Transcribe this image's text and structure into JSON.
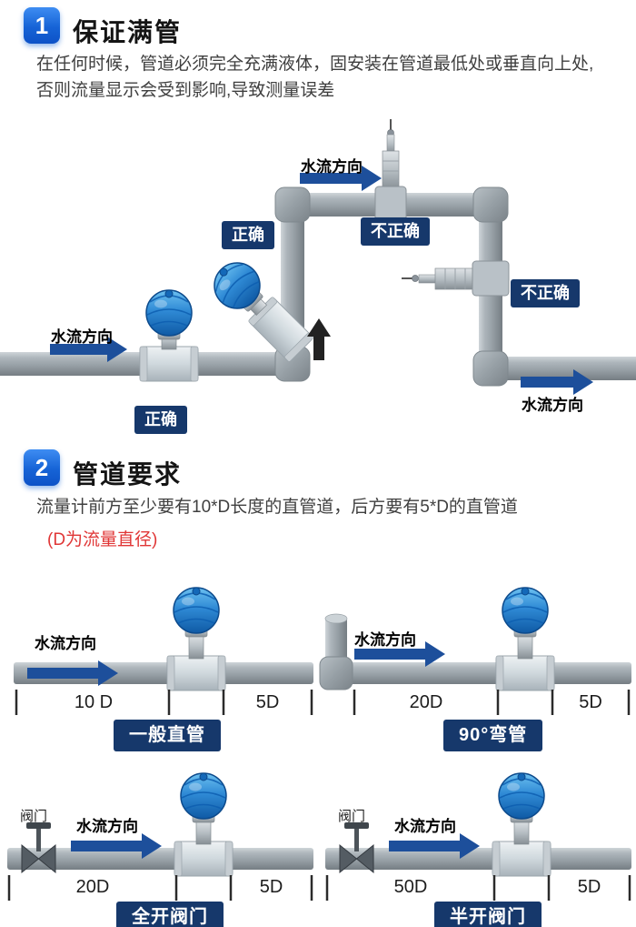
{
  "colors": {
    "badge_blue": "#1663d6",
    "label_navy": "#16386b",
    "arrow_blue": "#1d4f9b",
    "note_red": "#e03636",
    "pipe_gray": "#98a1a7",
    "meter_blue": "#2f8ad5"
  },
  "section1": {
    "number": "1",
    "title": "保证满管",
    "body": "在任何时候，管道必须完全充满液体，固安装在管道最低处或垂直向上处,否则流量显示会受到影响,导致测量误差",
    "flow_label_top": "水流方向",
    "flow_label_left": "水流方向",
    "flow_label_right": "水流方向",
    "badge_correct_upper": "正确",
    "badge_incorrect_top": "不正确",
    "badge_incorrect_right": "不正确",
    "badge_correct_lower": "正确"
  },
  "section2": {
    "number": "2",
    "title": "管道要求",
    "body": "流量计前方至少要有10*D长度的直管道，后方要有5*D的直管道",
    "note": "(D为流量直径)",
    "diagrams": [
      {
        "id": "straight",
        "flow_label": "水流方向",
        "dim_before": "10 D",
        "dim_after": "5D",
        "caption": "一般直管"
      },
      {
        "id": "elbow",
        "flow_label": "水流方向",
        "dim_before": "20D",
        "dim_after": "5D",
        "caption": "90°弯管"
      },
      {
        "id": "valve-open",
        "flow_label": "水流方向",
        "valve_label": "阀门",
        "dim_before": "20D",
        "dim_after": "5D",
        "caption": "全开阀门"
      },
      {
        "id": "valve-half",
        "flow_label": "水流方向",
        "valve_label": "阀门",
        "dim_before": "50D",
        "dim_after": "5D",
        "caption": "半开阀门"
      }
    ]
  }
}
